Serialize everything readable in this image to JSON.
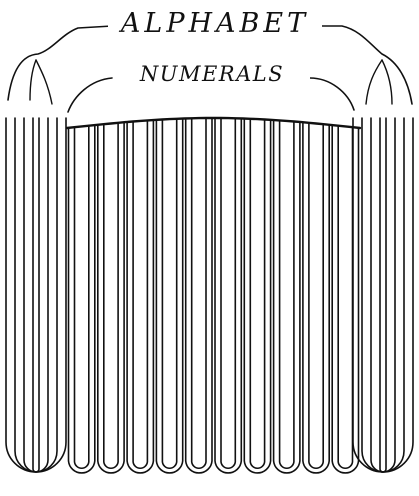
{
  "labels": {
    "alphabet": "ALPHABET",
    "numerals": "NUMERALS"
  },
  "colors": {
    "ink": "#111111",
    "paper": "#ffffff"
  },
  "diagram": {
    "left_alphabet_loops": 1,
    "numeral_loops": 10,
    "right_alphabet_loops": 1
  }
}
